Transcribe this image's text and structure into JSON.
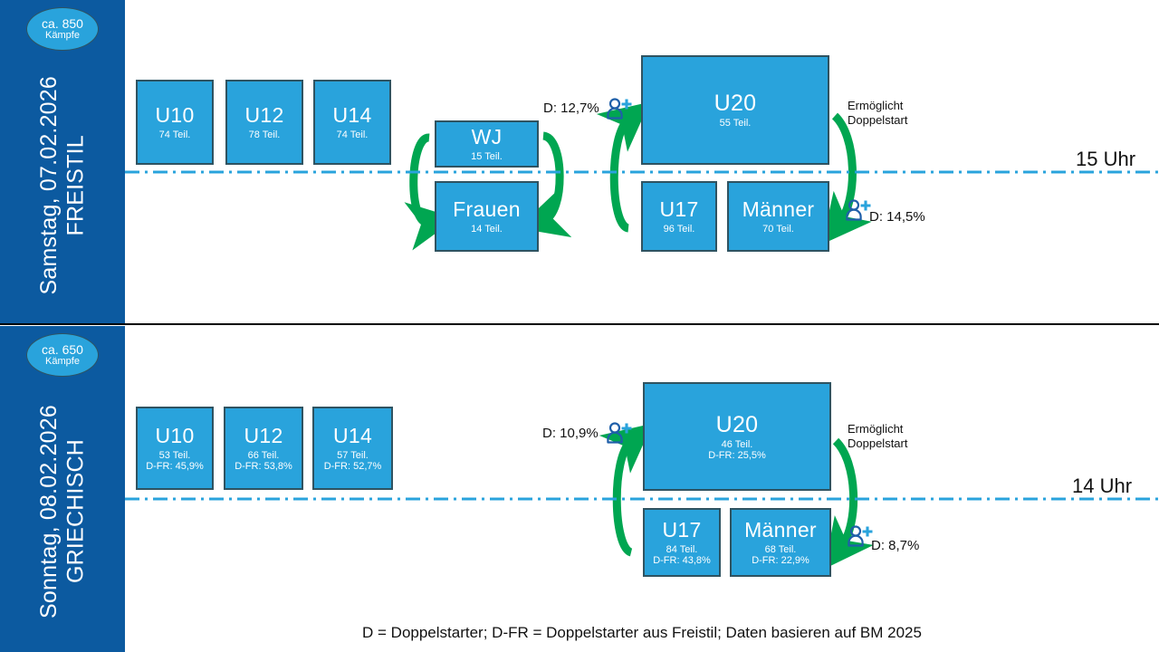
{
  "days": [
    {
      "badge": {
        "line1": "ca. 850",
        "line2": "Kämpfe"
      },
      "date": "Samstag, 07.02.2026",
      "style": "FREISTIL",
      "time_label": "15 Uhr",
      "boxes": [
        {
          "name": "U10",
          "participants": "74 Teil.",
          "dfr": ""
        },
        {
          "name": "U12",
          "participants": "78 Teil.",
          "dfr": ""
        },
        {
          "name": "U14",
          "participants": "74 Teil.",
          "dfr": ""
        },
        {
          "name": "WJ",
          "participants": "15 Teil.",
          "dfr": ""
        },
        {
          "name": "Frauen",
          "participants": "14 Teil.",
          "dfr": ""
        },
        {
          "name": "U20",
          "participants": "55 Teil.",
          "dfr": ""
        },
        {
          "name": "U17",
          "participants": "96 Teil.",
          "dfr": ""
        },
        {
          "name": "Männer",
          "participants": "70 Teil.",
          "dfr": ""
        }
      ],
      "annotations": {
        "left_double": "D: 12,7%",
        "right_double": "D: 14,5%",
        "enables_line1": "Ermöglicht",
        "enables_line2": "Doppelstart"
      }
    },
    {
      "badge": {
        "line1": "ca. 650",
        "line2": "Kämpfe"
      },
      "date": "Sonntag, 08.02.2026",
      "style": "GRIECHISCH",
      "time_label": "14 Uhr",
      "boxes": [
        {
          "name": "U10",
          "participants": "53 Teil.",
          "dfr": "D-FR: 45,9%"
        },
        {
          "name": "U12",
          "participants": "66 Teil.",
          "dfr": "D-FR: 53,8%"
        },
        {
          "name": "U14",
          "participants": "57 Teil.",
          "dfr": "D-FR: 52,7%"
        },
        {
          "name": "U20",
          "participants": "46 Teil.",
          "dfr": "D-FR: 25,5%"
        },
        {
          "name": "U17",
          "participants": "84 Teil.",
          "dfr": "D-FR: 43,8%"
        },
        {
          "name": "Männer",
          "participants": "68 Teil.",
          "dfr": "D-FR: 22,9%"
        }
      ],
      "annotations": {
        "left_double": "D: 10,9%",
        "right_double": "D: 8,7%",
        "enables_line1": "Ermöglicht",
        "enables_line2": "Doppelstart"
      }
    }
  ],
  "footnote": "D = Doppelstarter; D-FR = Doppelstarter aus Freistil; Daten basieren auf BM 2025",
  "colors": {
    "sidebar": "#0C5AA0",
    "box_fill": "#29A3DC",
    "box_border": "#2F5361",
    "arrow_green": "#00A651",
    "timeline_blue": "#29A3DC",
    "icon_outline": "#1F5FA9",
    "icon_plus": "#29A3DC"
  }
}
